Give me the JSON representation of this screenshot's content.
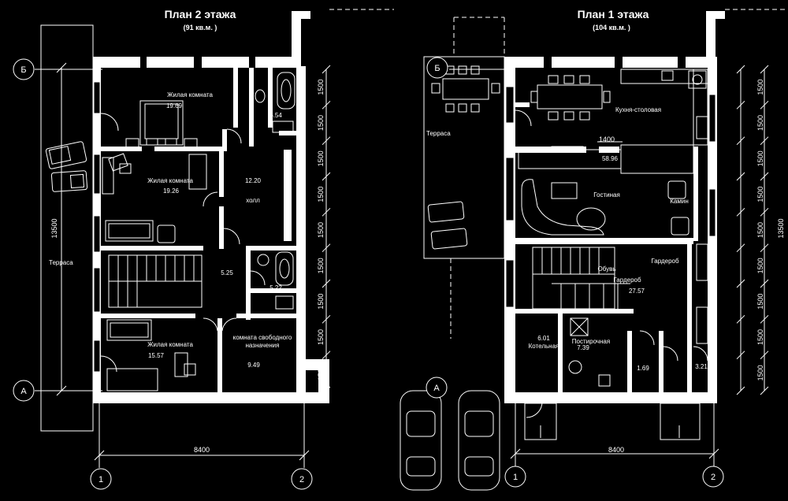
{
  "floor2": {
    "title": "План 2 этажа",
    "area": "(91 кв.м. )",
    "rooms": [
      {
        "name": "Жилая комната",
        "area": "19.69"
      },
      {
        "name": "",
        "area": "6.54"
      },
      {
        "name": "Жилая комната",
        "area": "19.26"
      },
      {
        "name": "холл",
        "area": "12.20"
      },
      {
        "name": "",
        "area": "5.25"
      },
      {
        "name": "",
        "area": "5.22"
      },
      {
        "name": "Жилая комната",
        "area": "15.57"
      },
      {
        "name": "комната свободного назначения",
        "area": "9.49"
      },
      {
        "name": "Терраса",
        "area": ""
      }
    ],
    "dims": {
      "total_height": "13500",
      "width": "8400",
      "segment": "1500"
    },
    "axes": {
      "b": "Б",
      "a": "А",
      "one": "1",
      "two": "2"
    }
  },
  "floor1": {
    "title": "План 1 этажа",
    "area": "(104 кв.м. )",
    "rooms": [
      {
        "name": "Кухня-столовая",
        "area": ""
      },
      {
        "name": "Терраса",
        "area": ""
      },
      {
        "name": "",
        "area": "58.96"
      },
      {
        "name": "Гостиная",
        "area": ""
      },
      {
        "name": "Камин",
        "area": ""
      },
      {
        "name": "Гардероб",
        "area": ""
      },
      {
        "name": "Обувь",
        "area": ""
      },
      {
        "name": "Гардероб",
        "area": ""
      },
      {
        "name": "",
        "area": "27.57"
      },
      {
        "name": "Котельная",
        "area": "6.01"
      },
      {
        "name": "Постирочная",
        "area": "7.39"
      },
      {
        "name": "",
        "area": "1.69"
      },
      {
        "name": "",
        "area": "3.21"
      }
    ],
    "dims": {
      "total_height": "13500",
      "width": "8400",
      "segment": "1500",
      "fireplace_width": "1400"
    },
    "axes": {
      "b": "Б",
      "a": "А",
      "one": "1",
      "two": "2"
    }
  }
}
